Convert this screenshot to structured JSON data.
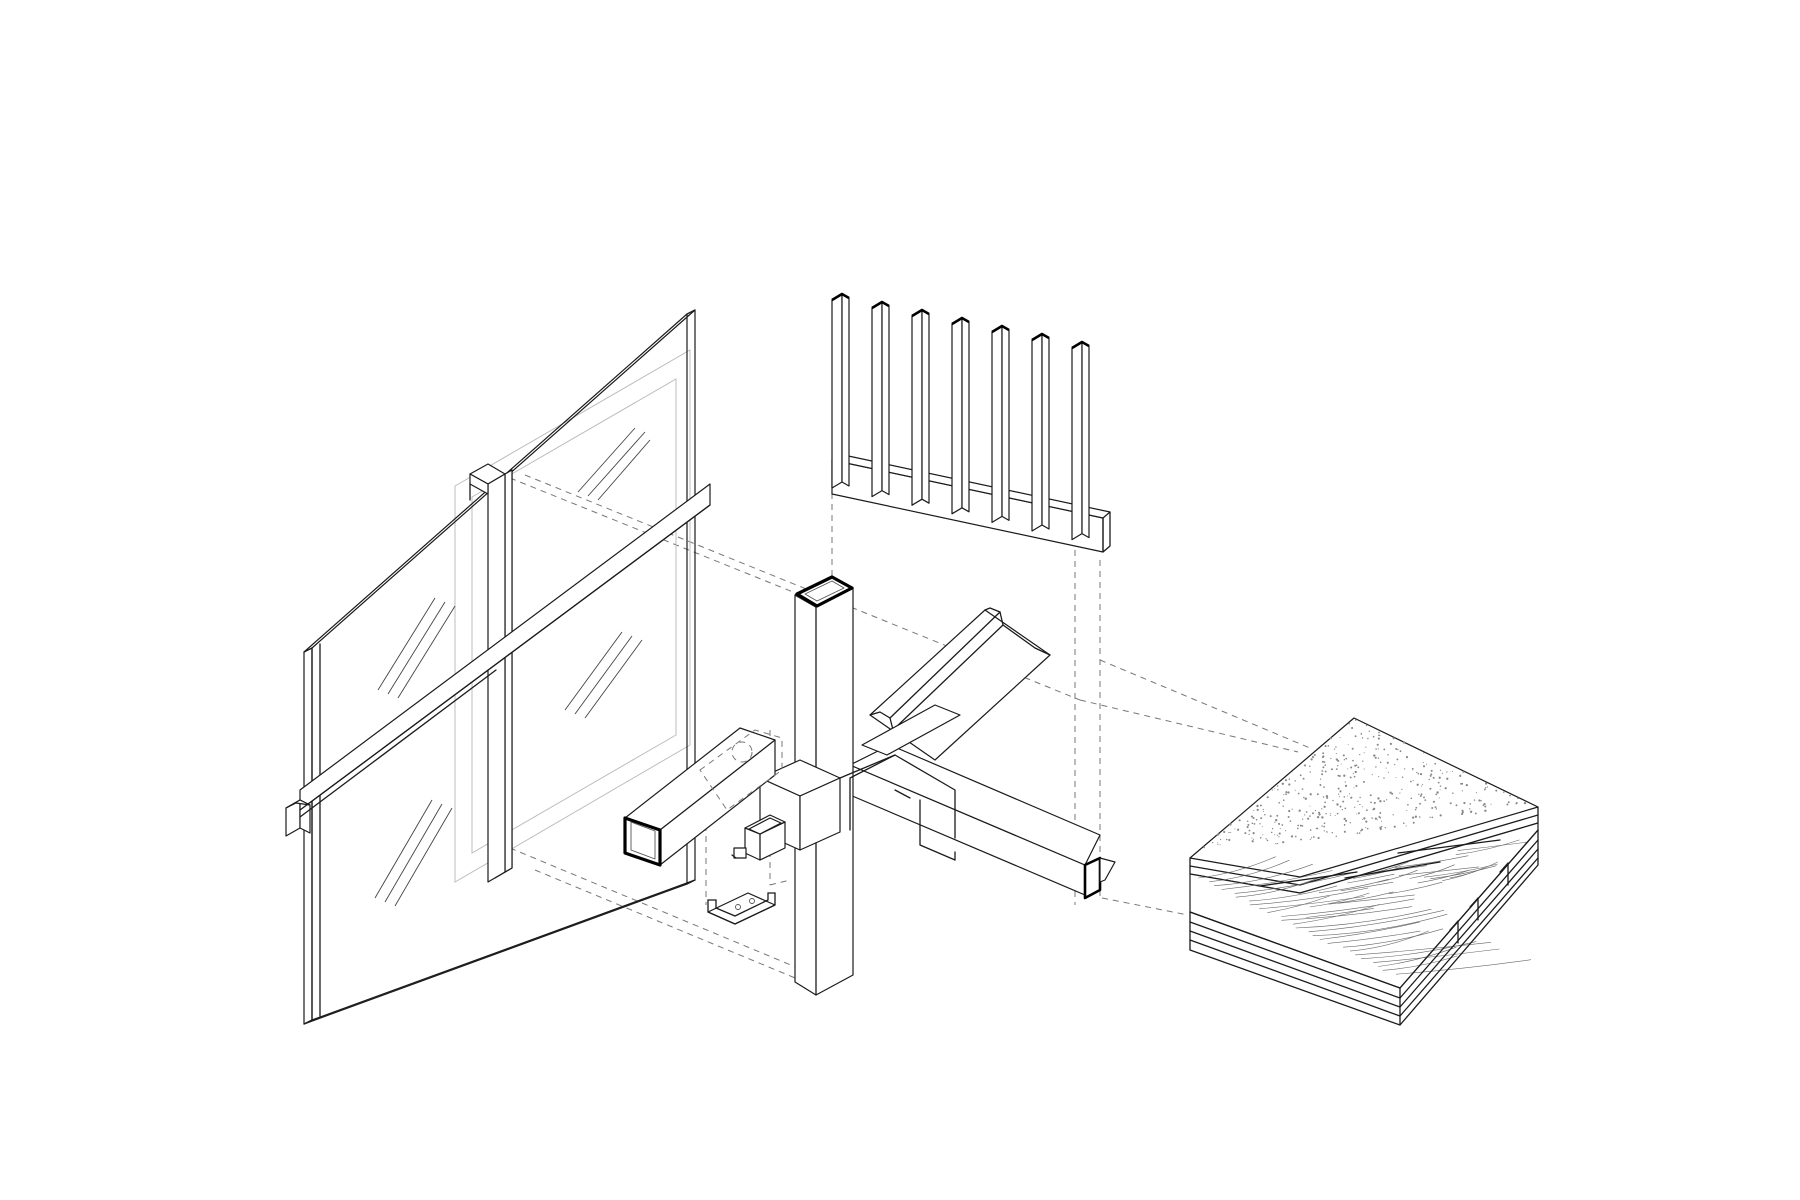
{
  "diagram": {
    "type": "exploded-axonometric",
    "components": [
      {
        "name": "glazed-curtain-wall-panel"
      },
      {
        "name": "vertical-timber-fins"
      },
      {
        "name": "steel-square-hollow-column"
      },
      {
        "name": "steel-beam-with-corrugated-deck"
      },
      {
        "name": "connection-bracket-assembly"
      },
      {
        "name": "clt-floor-slab-with-screed"
      }
    ],
    "line_color": "#1b1b1b",
    "dash_color": "#777777",
    "background": "#ffffff"
  }
}
